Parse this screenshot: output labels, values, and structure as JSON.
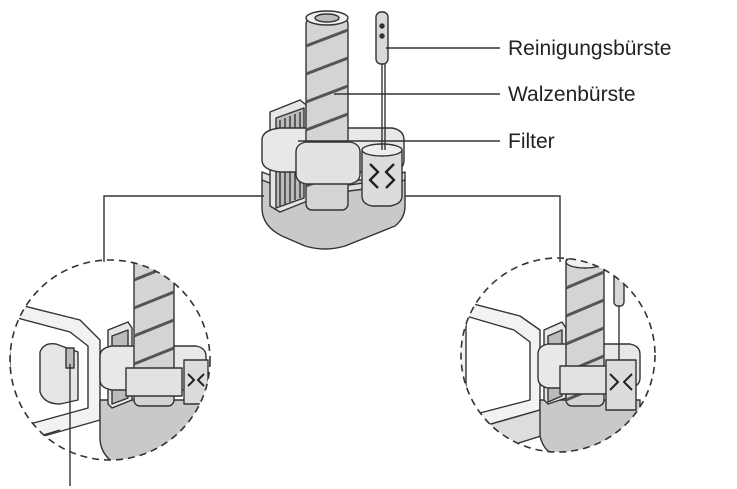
{
  "labels": {
    "cleaning_brush": "Reinigungsbürste",
    "roller_brush": "Walzenbürste",
    "filter": "Filter"
  },
  "colors": {
    "stroke": "#333333",
    "fill_light": "#e4e4e4",
    "fill_mid": "#c9c9c9",
    "fill_dark": "#9a9a9a",
    "text": "#222222"
  }
}
